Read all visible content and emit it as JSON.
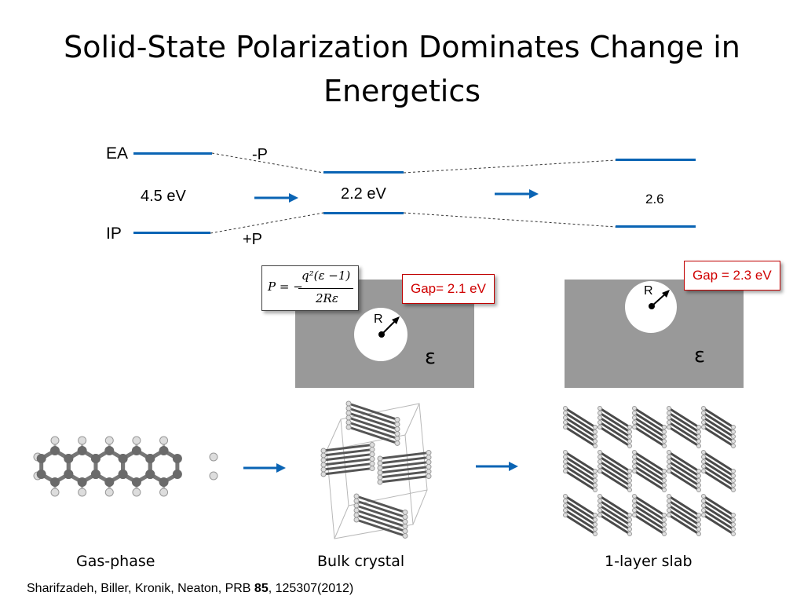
{
  "title": "Solid-State Polarization Dominates Change in Energetics",
  "diagram": {
    "ea_label": "EA",
    "ip_label": "IP",
    "gas_gap": "4.5 eV",
    "minus_p": "-P",
    "plus_p": "+P",
    "bulk_gap": "2.2 eV",
    "slab_gap": "2.6"
  },
  "formula": {
    "lhs": "P = −",
    "numerator": "q²(ε −1)",
    "denominator": "2Rε"
  },
  "bulk_panel": {
    "gap_label": "Gap= 2.1 eV",
    "radius_label": "R",
    "epsilon": "ε"
  },
  "slab_panel": {
    "gap_label": "Gap = 2.3 eV",
    "radius_label": "R",
    "epsilon": "ε"
  },
  "captions": {
    "gas": "Gas-phase",
    "bulk": "Bulk crystal",
    "slab": "1-layer slab"
  },
  "citation": {
    "authors": "Sharifzadeh, Biller, Kronik, Neaton, PRB ",
    "volume": "85",
    "rest": ", 125307(2012)"
  },
  "colors": {
    "level_blue": "#0a64b4",
    "gap_red": "#d00000",
    "dielectric_gray": "#999999"
  }
}
